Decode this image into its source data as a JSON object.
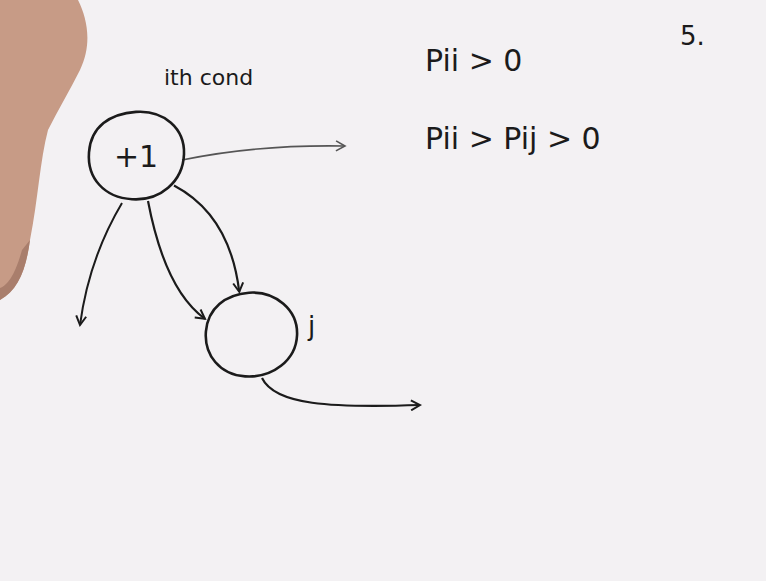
{
  "diagram": {
    "nodes": [
      {
        "text": [
          "+1",
          "ith cond"
        ]
      },
      {
        "text": [
          "j"
        ]
      }
    ],
    "edges": [
      {
        "from": 0,
        "to": 1,
        "arrow": "to"
      },
      {
        "from": 0,
        "to": 1,
        "arrow": "to"
      }
    ],
    "labels": [
      "5.",
      "Pii > 0",
      "Pii > Pij > 0"
    ]
  }
}
